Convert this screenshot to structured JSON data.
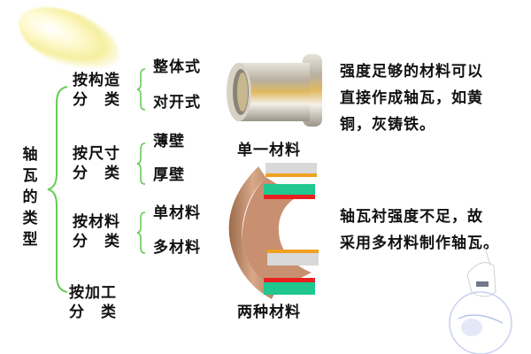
{
  "slide": {
    "title_vertical": [
      "轴",
      "瓦",
      "的",
      "类",
      "型"
    ],
    "categories": [
      {
        "line1": "按构造",
        "line2": "分　类",
        "subs": [
          "整体式",
          "对开式"
        ]
      },
      {
        "line1": "按尺寸",
        "line2": "分　类",
        "subs": [
          "薄壁",
          "厚壁"
        ]
      },
      {
        "line1": "按材料",
        "line2": "分　类",
        "subs": [
          "单材料",
          "多材料"
        ]
      },
      {
        "line1": "按加工",
        "line2": "分　类",
        "subs": []
      }
    ],
    "images": {
      "single_material_caption": "单一材料",
      "two_material_caption": "两种材料"
    },
    "descriptions": {
      "single": [
        "强度足够的材料可以",
        "直接作成轴瓦，如黄",
        "铜，灰铸铁。"
      ],
      "multi": [
        "轴瓦衬强度不足，故",
        "采用多材料制作轴瓦。"
      ]
    },
    "colors": {
      "bracket": "#66cc55",
      "text": "#111111",
      "bronze": "#c8906a",
      "orange_layer": "#f0a020",
      "green_layer": "#20c890",
      "red_layer": "#e82020",
      "gray_layer": "#d8d8d8"
    }
  }
}
